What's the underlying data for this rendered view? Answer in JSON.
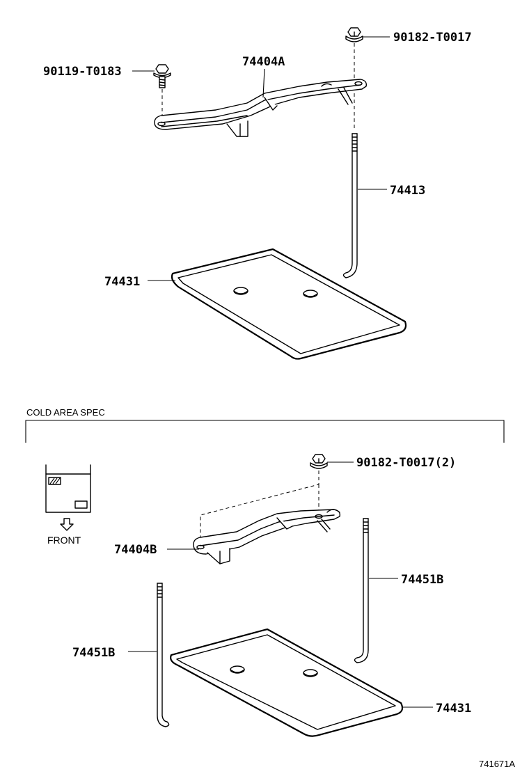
{
  "section": {
    "title": "COLD AREA SPEC"
  },
  "labels": {
    "bolt_top_right": "90182-T0017",
    "bolt_top_left": "90119-T0183",
    "clamp_top": "74404A",
    "rod_top": "74413",
    "tray_top": "74431",
    "bolt_bottom": "90182-T0017(2)",
    "clamp_bottom": "74404B",
    "rod_bottom_right": "74451B",
    "rod_bottom_left": "74451B",
    "tray_bottom": "74431"
  },
  "front_indicator": {
    "label": "FRONT"
  },
  "drawing_number": "741671A"
}
